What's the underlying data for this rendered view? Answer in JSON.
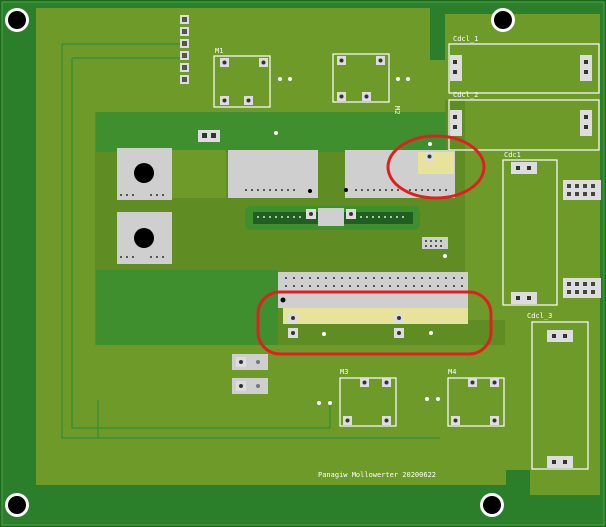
{
  "labels": {
    "m1": "M1",
    "m2": "M2",
    "m3": "M3",
    "m4": "M4",
    "cdcl_1": "Cdcl_1",
    "cdcl_2": "Cdcl_2",
    "cdcl_3": "Cdcl_3",
    "cdc1": "Cdc1",
    "signature": "Panagiw Mollowerter 20200622"
  },
  "colors": {
    "board_edge": "#1d6a1d",
    "board_fill": "#2b7f2b",
    "copper_plane": "#6e9a2a",
    "copper_inner": "#5f8d24",
    "silkscreen": "#ffffff",
    "pad_silver": "#c9c9c9",
    "exposed_copper": "#e8e39a",
    "annotation": "#e02020"
  },
  "annotations": [
    {
      "shape": "ellipse",
      "color": "red",
      "target": "upper-right transistor pad"
    },
    {
      "shape": "rounded-rectangle",
      "color": "red",
      "target": "lower bus bar"
    }
  ]
}
